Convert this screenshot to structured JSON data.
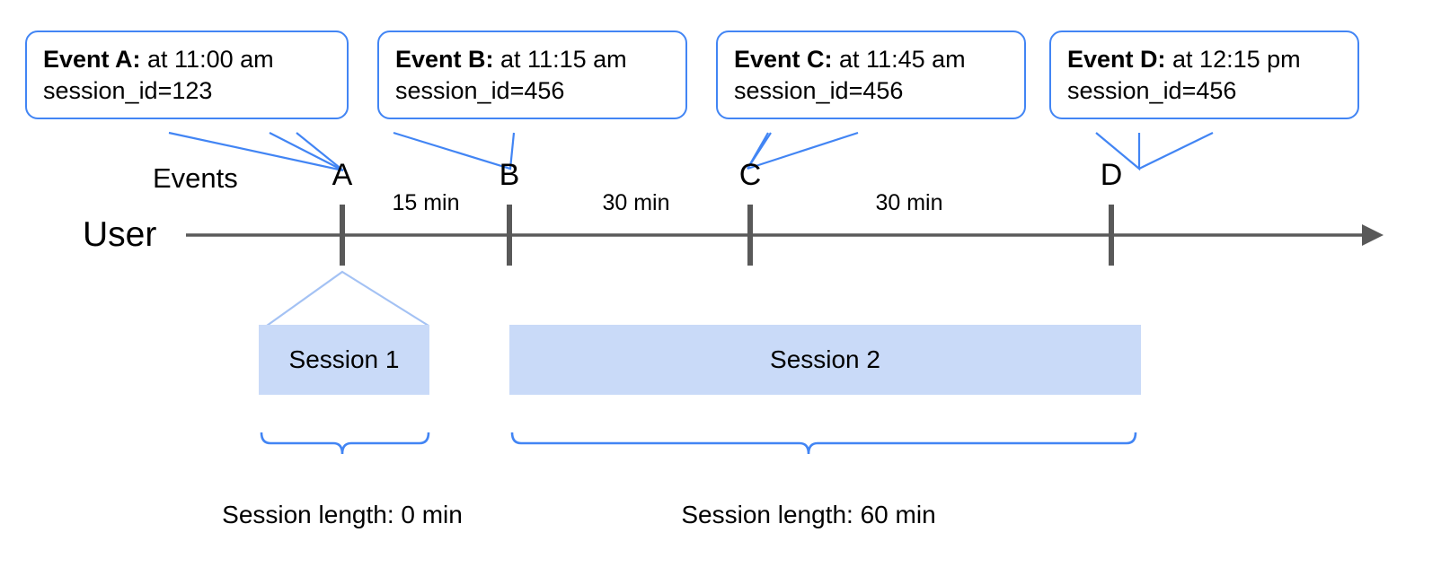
{
  "diagram": {
    "title_row_label": "Events",
    "user_label": "User",
    "accent_color": "#4285f4",
    "session_fill_color": "#c9daf8",
    "axis_color": "#595959",
    "callouts": [
      {
        "bold": "Event A:",
        "rest": " at 11:00 am",
        "line2": "session_id=123"
      },
      {
        "bold": "Event B:",
        "rest": " at 11:15 am",
        "line2": "session_id=456"
      },
      {
        "bold": "Event C:",
        "rest": " at 11:45 am",
        "line2": "session_id=456"
      },
      {
        "bold": "Event D:",
        "rest": " at 12:15 pm",
        "line2": "session_id=456"
      }
    ],
    "events": [
      {
        "letter": "A",
        "time": "11:00 am",
        "session_id": "123"
      },
      {
        "letter": "B",
        "time": "11:15 am",
        "session_id": "456"
      },
      {
        "letter": "C",
        "time": "11:45 am",
        "session_id": "456"
      },
      {
        "letter": "D",
        "time": "12:15 pm",
        "session_id": "456"
      }
    ],
    "gaps": [
      {
        "label": "15 min",
        "from": "A",
        "to": "B"
      },
      {
        "label": "30 min",
        "from": "B",
        "to": "C"
      },
      {
        "label": "30 min",
        "from": "C",
        "to": "D"
      }
    ],
    "sessions": [
      {
        "name": "Session 1",
        "length_label": "Session length: 0 min",
        "session_id": "123"
      },
      {
        "name": "Session 2",
        "length_label": "Session length: 60 min",
        "session_id": "456"
      }
    ]
  }
}
